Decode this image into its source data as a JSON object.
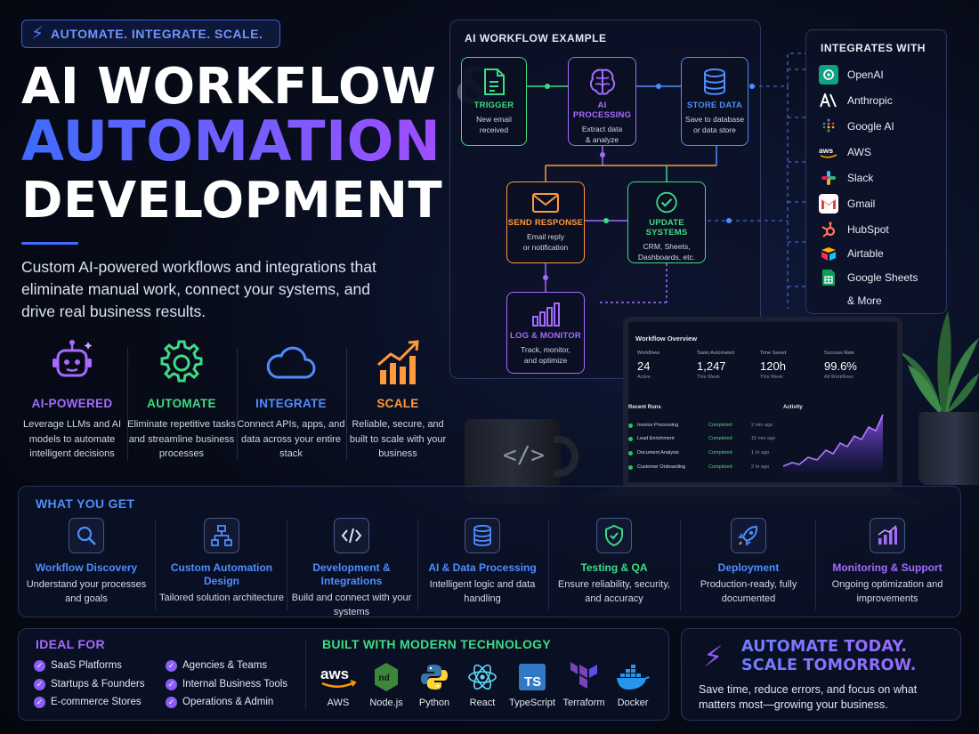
{
  "hero": {
    "tagline": "AUTOMATE. INTEGRATE. SCALE.",
    "title_line1": "AI WORKFLOW &",
    "title_line2": "AUTOMATION",
    "title_line3": "DEVELOPMENT",
    "subtext": "Custom AI-powered workflows and integrations that eliminate manual work, connect your systems, and drive real business results."
  },
  "pillars": [
    {
      "title": "AI-POWERED",
      "desc": "Leverage LLMs and AI models to automate intelligent decisions",
      "color": "#a56bff",
      "icon": "robot-icon"
    },
    {
      "title": "AUTOMATE",
      "desc": "Eliminate repetitive tasks and streamline business processes",
      "color": "#3ddc84",
      "icon": "gear-icon"
    },
    {
      "title": "INTEGRATE",
      "desc": "Connect APIs, apps, and data across your entire stack",
      "color": "#4f8dff",
      "icon": "cloud-icon"
    },
    {
      "title": "SCALE",
      "desc": "Reliable, secure, and built to scale with your business",
      "color": "#ff9a3c",
      "icon": "growth-chart-icon"
    }
  ],
  "workflow": {
    "title": "AI WORKFLOW EXAMPLE",
    "nodes": [
      {
        "title": "TRIGGER",
        "line1": "New email",
        "line2": "received",
        "color": "#3ddc84",
        "icon": "document-icon"
      },
      {
        "title": "AI PROCESSING",
        "line1": "Extract data",
        "line2": "& analyze",
        "color": "#a56bff",
        "icon": "brain-icon"
      },
      {
        "title": "STORE DATA",
        "line1": "Save to database",
        "line2": "or data store",
        "color": "#4f8dff",
        "icon": "database-icon"
      },
      {
        "title": "SEND RESPONSE",
        "line1": "Email reply",
        "line2": "or notification",
        "color": "#ff9a3c",
        "icon": "envelope-icon"
      },
      {
        "title": "UPDATE SYSTEMS",
        "line1": "CRM, Sheets,",
        "line2": "Dashboards, etc.",
        "color": "#3ddc84",
        "icon": "check-circle-icon"
      },
      {
        "title": "LOG & MONITOR",
        "line1": "Track, monitor,",
        "line2": "and optimize",
        "color": "#a56bff",
        "icon": "bar-chart-icon"
      }
    ]
  },
  "integrations": {
    "title": "INTEGRATES WITH",
    "items": [
      "OpenAI",
      "Anthropic",
      "Google AI",
      "AWS",
      "Slack",
      "Gmail",
      "HubSpot",
      "Airtable",
      "Google Sheets"
    ],
    "more": "& More"
  },
  "dashboard": {
    "title": "Workflow Overview",
    "stats": [
      {
        "label": "Workflows",
        "value": "24",
        "sub": "Active"
      },
      {
        "label": "Tasks Automated",
        "value": "1,247",
        "sub": "This Week"
      },
      {
        "label": "Time Saved",
        "value": "120h",
        "sub": "This Week"
      },
      {
        "label": "Success Rate",
        "value": "99.6%",
        "sub": "All Workflows"
      }
    ],
    "runs_title": "Recent Runs",
    "activity_title": "Activity",
    "runs": [
      {
        "name": "Invoice Processing",
        "status": "Completed",
        "time": "2 min ago"
      },
      {
        "name": "Lead Enrichment",
        "status": "Completed",
        "time": "15 min ago"
      },
      {
        "name": "Document Analysis",
        "status": "Completed",
        "time": "1 hr ago"
      },
      {
        "name": "Customer Onboarding",
        "status": "Completed",
        "time": "2 hr ago"
      }
    ],
    "mug_text": "</>"
  },
  "what_you_get": {
    "title": "WHAT YOU GET",
    "items": [
      {
        "title": "Workflow Discovery",
        "desc": "Understand your processes and goals",
        "color": "#4f8dff",
        "icon": "magnifier-icon"
      },
      {
        "title": "Custom Automation Design",
        "desc": "Tailored solution architecture",
        "color": "#4f8dff",
        "icon": "hierarchy-icon"
      },
      {
        "title": "Development & Integrations",
        "desc": "Build and connect with your systems",
        "color": "#4f8dff",
        "icon": "code-icon"
      },
      {
        "title": "AI & Data Processing",
        "desc": "Intelligent logic and data handling",
        "color": "#4f8dff",
        "icon": "database-icon"
      },
      {
        "title": "Testing & QA",
        "desc": "Ensure reliability, security, and accuracy",
        "color": "#3ddc84",
        "icon": "shield-check-icon"
      },
      {
        "title": "Deployment",
        "desc": "Production-ready, fully documented",
        "color": "#4f8dff",
        "icon": "rocket-icon"
      },
      {
        "title": "Monitoring & Support",
        "desc": "Ongoing optimization and improvements",
        "color": "#a56bff",
        "icon": "bar-chart-icon"
      }
    ]
  },
  "ideal_for": {
    "title": "IDEAL FOR",
    "col1": [
      "SaaS Platforms",
      "Startups & Founders",
      "E-commerce Stores"
    ],
    "col2": [
      "Agencies & Teams",
      "Internal Business Tools",
      "Operations & Admin"
    ]
  },
  "built_with": {
    "title": "BUILT WITH MODERN TECHNOLOGY",
    "items": [
      "AWS",
      "Node.js",
      "Python",
      "React",
      "TypeScript",
      "Terraform",
      "Docker"
    ]
  },
  "cta": {
    "line1": "AUTOMATE TODAY.",
    "line2": "SCALE TOMORROW.",
    "desc": "Save time, reduce errors, and focus on what matters most—growing your business."
  }
}
